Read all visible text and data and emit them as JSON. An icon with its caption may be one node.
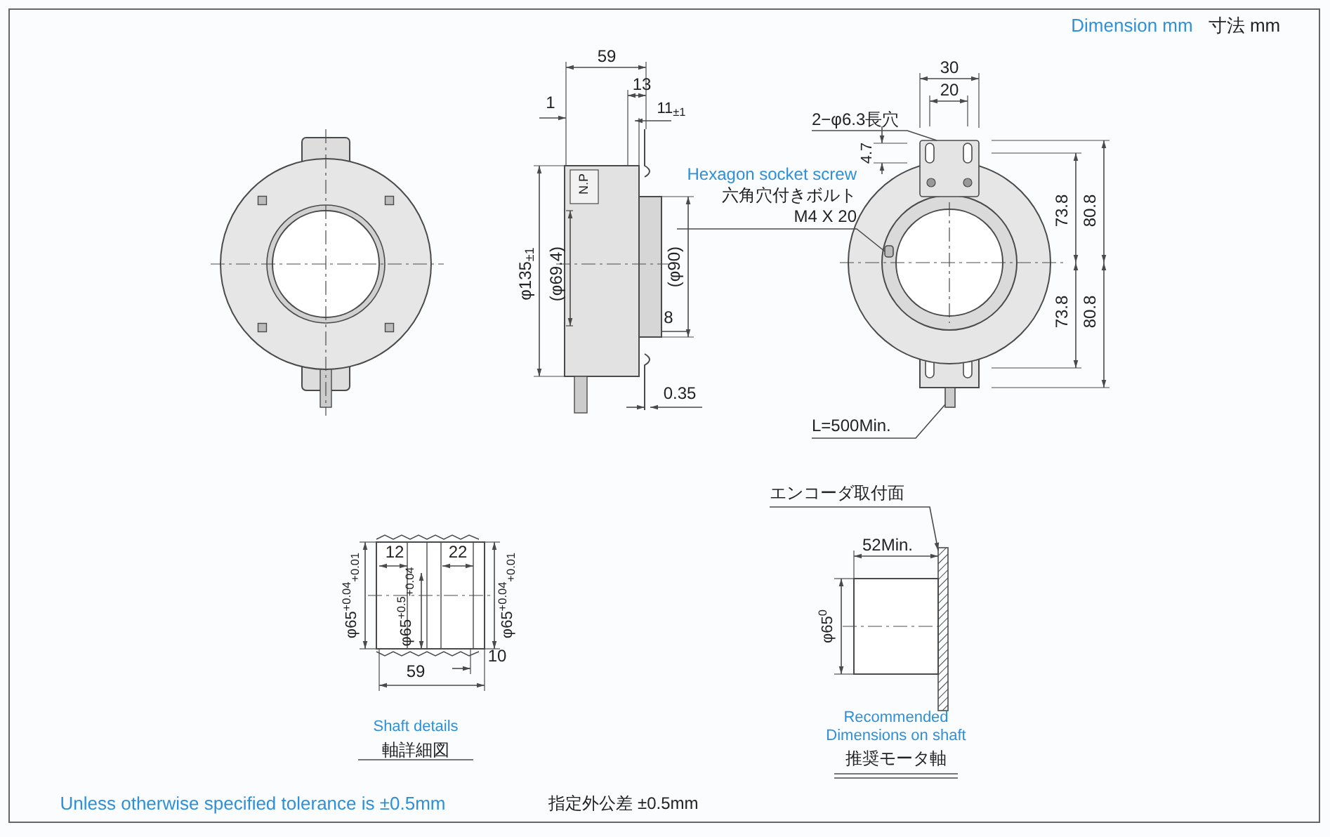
{
  "diagram": {
    "nodes": [
      {
        "text": [
          "2−φ6.3長穴"
        ]
      },
      {
        "text": [
          "Hexagon socket screw",
          "六角穴付きボルト",
          "M4 X 20"
        ]
      },
      {
        "text": [
          "L=500Min."
        ]
      },
      {
        "text": [
          "エンコーダ取付面"
        ]
      },
      {
        "text": [],
        "shape": "box"
      },
      {
        "text": [],
        "shape": "box"
      },
      {
        "text": [],
        "shape": "bar"
      },
      {
        "text": [],
        "shape": "bar"
      }
    ],
    "edges": [
      {
        "from": 0,
        "to": 4,
        "arrow": "none"
      },
      {
        "from": 1,
        "to": 5,
        "arrow": "none"
      },
      {
        "from": 2,
        "to": 6,
        "arrow": "none"
      },
      {
        "from": 3,
        "to": 7,
        "arrow": "to"
      }
    ],
    "labels": [
      "Dimension mm",
      "寸法 mm",
      "59",
      "13",
      "1",
      "11$_{±1}$",
      "30",
      "20",
      "4.7",
      "φ135$_{±1}$",
      "N.P",
      "(φ69.4)",
      "(φ90)",
      "73.8",
      "80.8",
      "8",
      "73.8",
      "80.8",
      "0.35",
      "φ65$^{+0.04}$$_{+0.01}$",
      "12",
      "φ65$^{+0.5}$$_{+0.04}$",
      "22",
      "φ65$^{+0.04}$$_{+0.01}$",
      "59",
      "10",
      "52Min.",
      "φ65$^{0}$",
      "Shaft details",
      "軸詳細図",
      "Recommended Dimensions on shaft",
      "推奨モータ軸",
      "Unless otherwise specified tolerance is ±0.5mm",
      "指定外公差 ±0.5mm"
    ]
  }
}
